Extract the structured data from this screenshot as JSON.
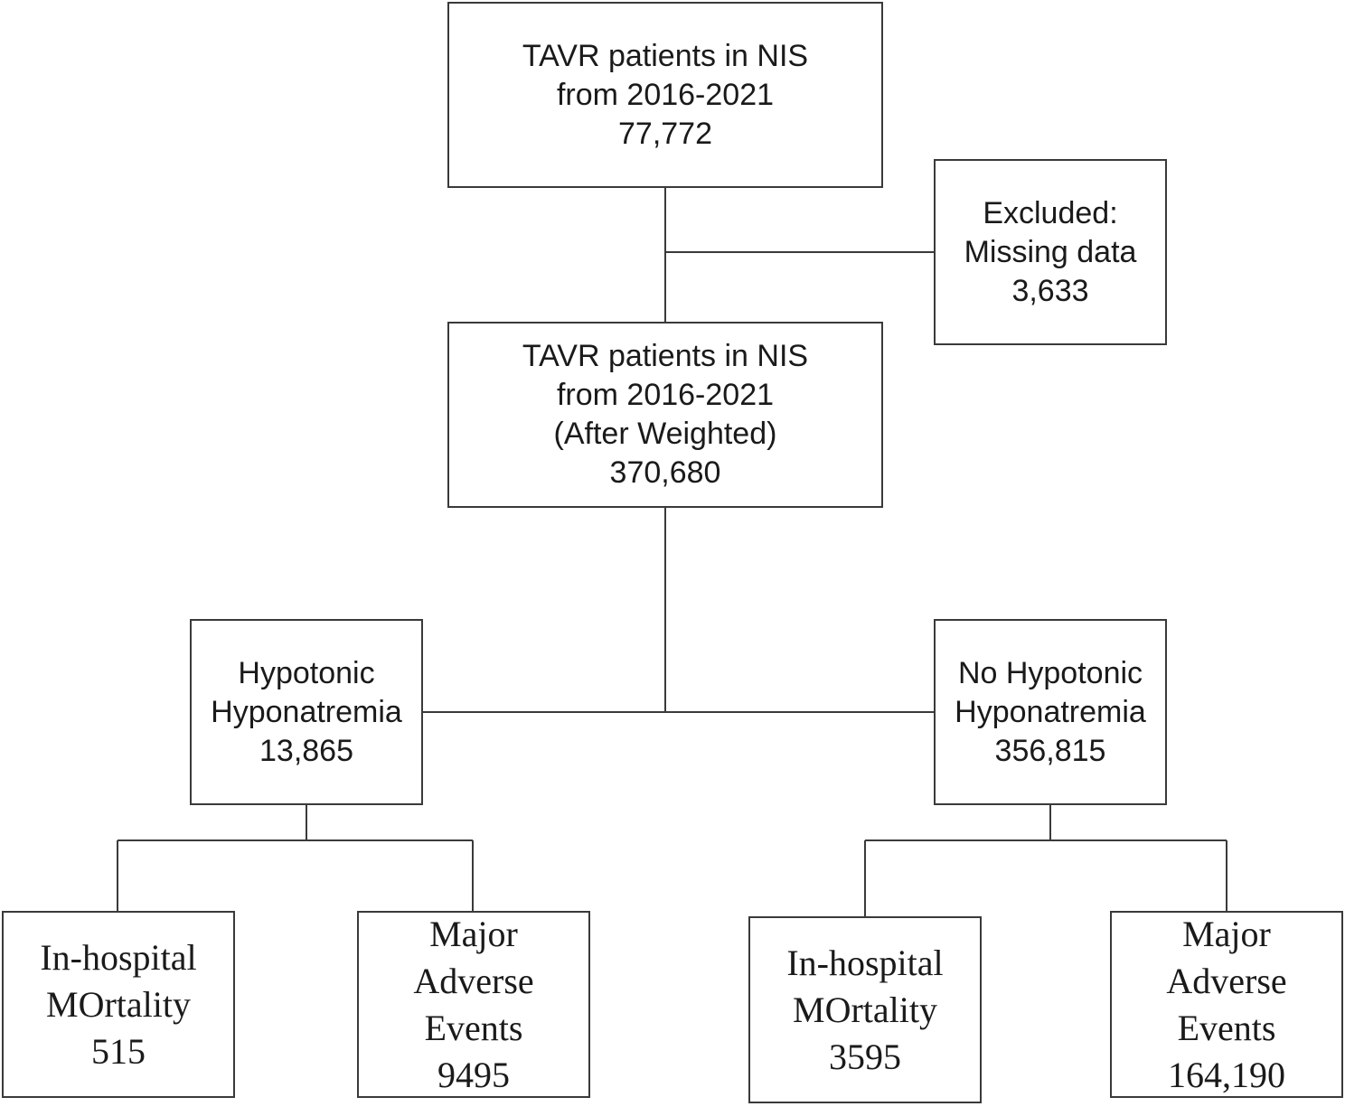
{
  "nodes": {
    "initial": {
      "line1": "TAVR patients in NIS",
      "line2": "from 2016-2021",
      "count": "77,772"
    },
    "excluded": {
      "line1": "Excluded:",
      "line2": "Missing data",
      "count": "3,633"
    },
    "weighted": {
      "line1": "TAVR patients in NIS",
      "line2": "from 2016-2021",
      "line3": "(After Weighted)",
      "count": "370,680"
    },
    "hypotonic": {
      "line1": "Hypotonic",
      "line2": "Hyponatremia",
      "count": "13,865"
    },
    "no_hypotonic": {
      "line1": "No Hypotonic",
      "line2": "Hyponatremia",
      "count": "356,815"
    },
    "hypo_mortality": {
      "line1": "In-hospital",
      "line2": "MOrtality",
      "count": "515"
    },
    "hypo_mae": {
      "line1": "Major",
      "line2": "Adverse",
      "line3": "Events",
      "count": "9495"
    },
    "nohypo_mortality": {
      "line1": "In-hospital",
      "line2": "MOrtality",
      "count": "3595"
    },
    "nohypo_mae": {
      "line1": "Major",
      "line2": "Adverse",
      "line3": "Events",
      "count": "164,190"
    }
  },
  "style": {
    "border_color": "#3a3a3a",
    "line_color": "#3a3a3a",
    "text_color": "#1a1a1a"
  }
}
